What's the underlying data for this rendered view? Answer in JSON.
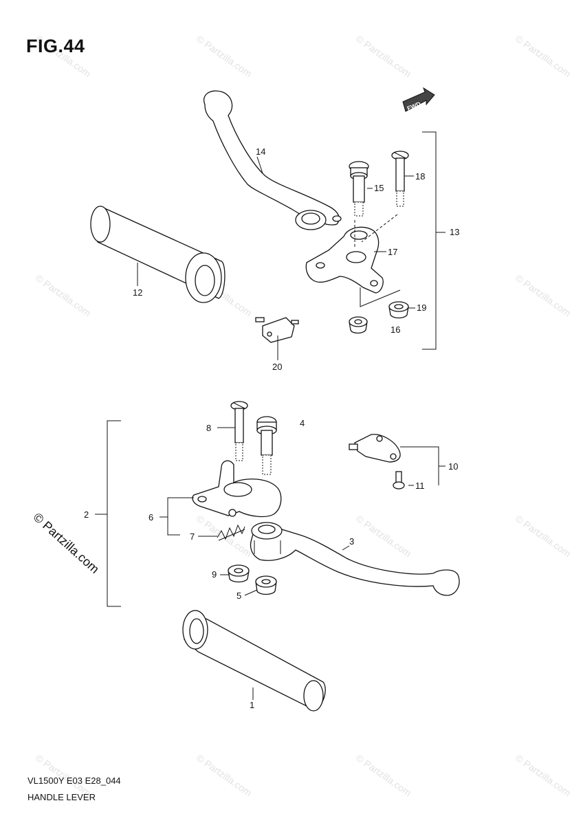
{
  "figure": {
    "title": "FIG.44",
    "model_code": "VL1500Y E03 E28_044",
    "section_title": "HANDLE LEVER"
  },
  "watermark": {
    "text": "© Partzilla.com"
  },
  "fwd_badge": "FWD",
  "callouts": {
    "p1": "1",
    "p2": "2",
    "p3": "3",
    "p4": "4",
    "p5": "5",
    "p6": "6",
    "p7": "7",
    "p8": "8",
    "p9": "9",
    "p10": "10",
    "p11": "11",
    "p12": "12",
    "p13": "13",
    "p14": "14",
    "p15": "15",
    "p16": "16",
    "p17": "17",
    "p18": "18",
    "p19": "19",
    "p20": "20"
  }
}
